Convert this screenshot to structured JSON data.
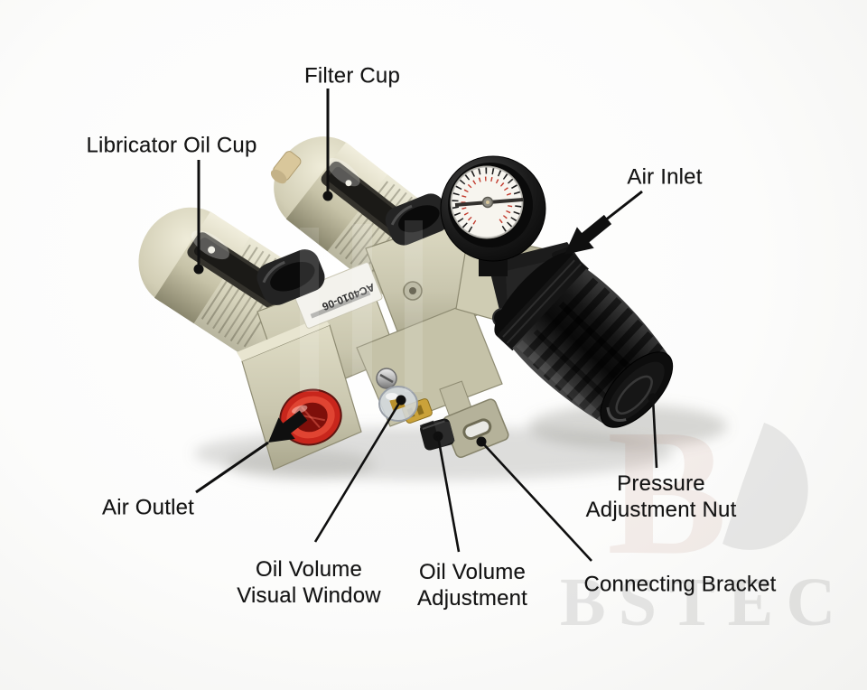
{
  "annotations": {
    "filter_cup": {
      "label": "Filter Cup"
    },
    "lubricator_oil_cup": {
      "label": "Libricator Oil Cup"
    },
    "air_inlet": {
      "label": "Air Inlet"
    },
    "air_outlet": {
      "label": "Air Outlet"
    },
    "oil_volume_visual_window": {
      "line1": "Oil Volume",
      "line2": "Visual Window"
    },
    "oil_volume_adjustment": {
      "line1": "Oil Volume",
      "line2": "Adjustment"
    },
    "pressure_adjustment_nut": {
      "line1": "Pressure",
      "line2": "Adjustment Nut"
    },
    "connecting_bracket": {
      "label": "Connecting Bracket"
    }
  },
  "device": {
    "sticker_model": "AC4010-06"
  },
  "watermark": {
    "brand_text": "BSTEC",
    "logo_letter": "B"
  },
  "colors": {
    "label_text": "#141414",
    "leader_line": "#0f0f0f",
    "body_beige": "#d3d0b7",
    "cup_beige": "#d8d4bc",
    "knob_black": "#161616",
    "port_red": "#c8261c",
    "gauge_face": "#f7f5ef",
    "tick_red": "#c23b2e",
    "brass": "#c09c3c",
    "watermark_gray": "#8a8a8a"
  }
}
